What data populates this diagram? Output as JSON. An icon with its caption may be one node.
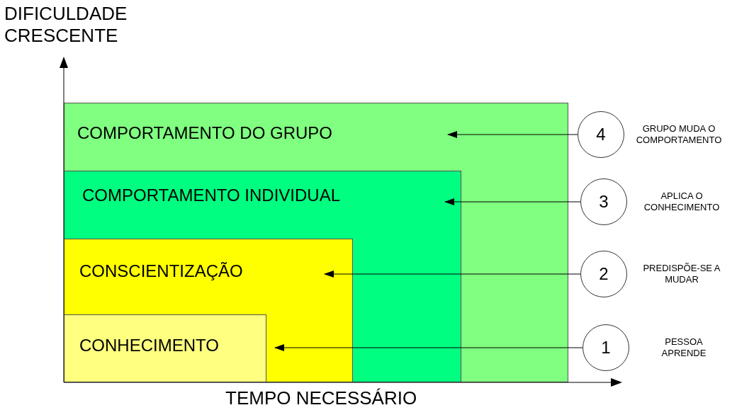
{
  "diagram": {
    "nodes": [
      {
        "text": [
          "COMPORTAMENTO DO GRUPO"
        ]
      },
      {
        "text": [
          "COMPORTAMENTO INDIVIDUAL"
        ],
        "in": 0
      },
      {
        "text": [
          "CONSCIENTIZAÇÃO"
        ],
        "in": 1
      },
      {
        "text": [
          "CONHECIMENTO"
        ],
        "in": 2
      },
      {
        "text": [
          "4"
        ],
        "beside": [
          "GRUPO MUDA O COMPORTAMENTO"
        ]
      },
      {
        "text": [
          "3"
        ],
        "beside": [
          "APLICA O CONHECIMENTO"
        ]
      },
      {
        "text": [
          "2"
        ],
        "beside": [
          "PREDISPÕE-SE A MUDAR"
        ]
      },
      {
        "text": [
          "1"
        ],
        "beside": [
          "PESSOA APRENDE"
        ]
      }
    ],
    "edges": [
      {
        "from": 4,
        "to": 0,
        "arrow": "to"
      },
      {
        "from": 5,
        "to": 1,
        "arrow": "to"
      },
      {
        "from": 6,
        "to": 2,
        "arrow": "to"
      },
      {
        "from": 7,
        "to": 3,
        "arrow": "to"
      }
    ],
    "labels": [
      "DIFICULDADE CRESCENTE",
      "TEMPO NECESSÁRIO"
    ]
  }
}
